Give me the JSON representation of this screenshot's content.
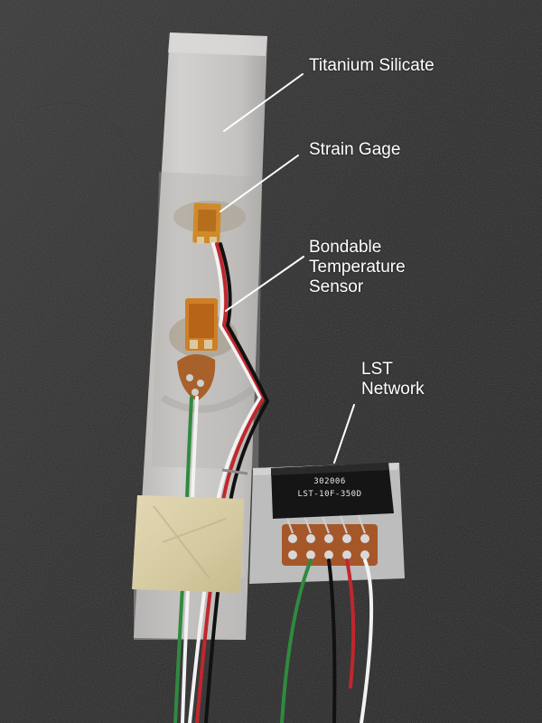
{
  "annotations": {
    "titanium": {
      "text": "Titanium Silicate"
    },
    "strain": {
      "text": "Strain Gage"
    },
    "temp": {
      "lines": [
        "Bondable",
        "Temperature",
        "Sensor"
      ]
    },
    "lst": {
      "lines": [
        "LST",
        "Network"
      ]
    }
  },
  "chip": {
    "line1": "302006",
    "line2": "LST-10F-350D"
  },
  "colors": {
    "bench": "#2a2a2a",
    "bar": "#c8c6c4",
    "gage": "#d08a2a",
    "tape": "#d9cfa8",
    "board": "#bfbfbf",
    "chip": "#151515",
    "label": "#ffffff",
    "wire_red": "#c0272d",
    "wire_green": "#2f8a3e",
    "wire_white": "#f2f2f2",
    "wire_black": "#111111"
  }
}
